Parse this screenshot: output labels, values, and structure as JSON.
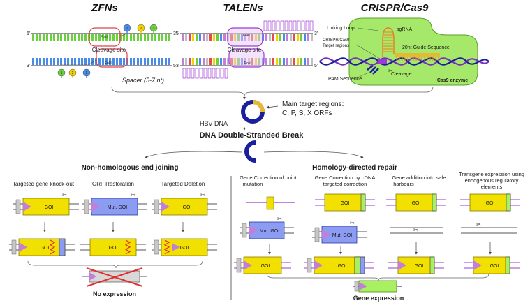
{
  "top": {
    "zfn_title": "ZFNs",
    "talen_title": "TALENs",
    "crispr_title": "CRISPR/Cas9",
    "foki": "FokI",
    "cleavage_site": "Cleavage site",
    "spacer": "Spacer (5-7 nt)",
    "five_prime": "5'",
    "three_prime": "3'",
    "zf_numbers": [
      "1",
      "2",
      "3"
    ],
    "linking_loop": "Linking Loop",
    "sgrna": "sgRNA",
    "crispr_target_1": "CRISPR/Cas9",
    "crispr_target_2": "Target regions",
    "guide_seq": "20nt Guide Sequence",
    "cleavage": "Cleavage",
    "pam": "PAM Sequence",
    "cas9": "Cas9 enzyme"
  },
  "middle": {
    "hbv": "HBV DNA",
    "main_target_1": "Main target regions:",
    "main_target_2": "C, P, S, X ORFs",
    "dsb": "DNA Double-Stranded Break"
  },
  "nhej": {
    "title": "Non-homologous end joining",
    "col1": "Targeted gene knock-out",
    "col2": "ORF Restoration",
    "col3": "Targeted Deletion",
    "goi": "GOI",
    "mut_goi": "Mut. GOI",
    "no_expression": "No expression"
  },
  "hdr": {
    "title": "Homology-directed repair",
    "col1_a": "Gene Correction of point",
    "col1_b": "mutation",
    "col2_a": "Gene Correction by cDNA",
    "col2_b": "targeted correction",
    "col3_a": "Gene addition into safe",
    "col3_b": "harbours",
    "col4_a": "Transgene expression using",
    "col4_b": "endogenous regulatory",
    "col4_c": "elements",
    "goi": "GOI",
    "mut_goi": "Mut. GOI",
    "gene_expression": "Gene expression"
  },
  "colors": {
    "yellow": "#f2e000",
    "blue": "#8c9cf2",
    "green": "#a8f060",
    "cas9": "#a6e86a",
    "purple": "#9b3bd6",
    "navy": "#1a1f9c",
    "gold": "#e8b830",
    "red": "#e03030"
  }
}
